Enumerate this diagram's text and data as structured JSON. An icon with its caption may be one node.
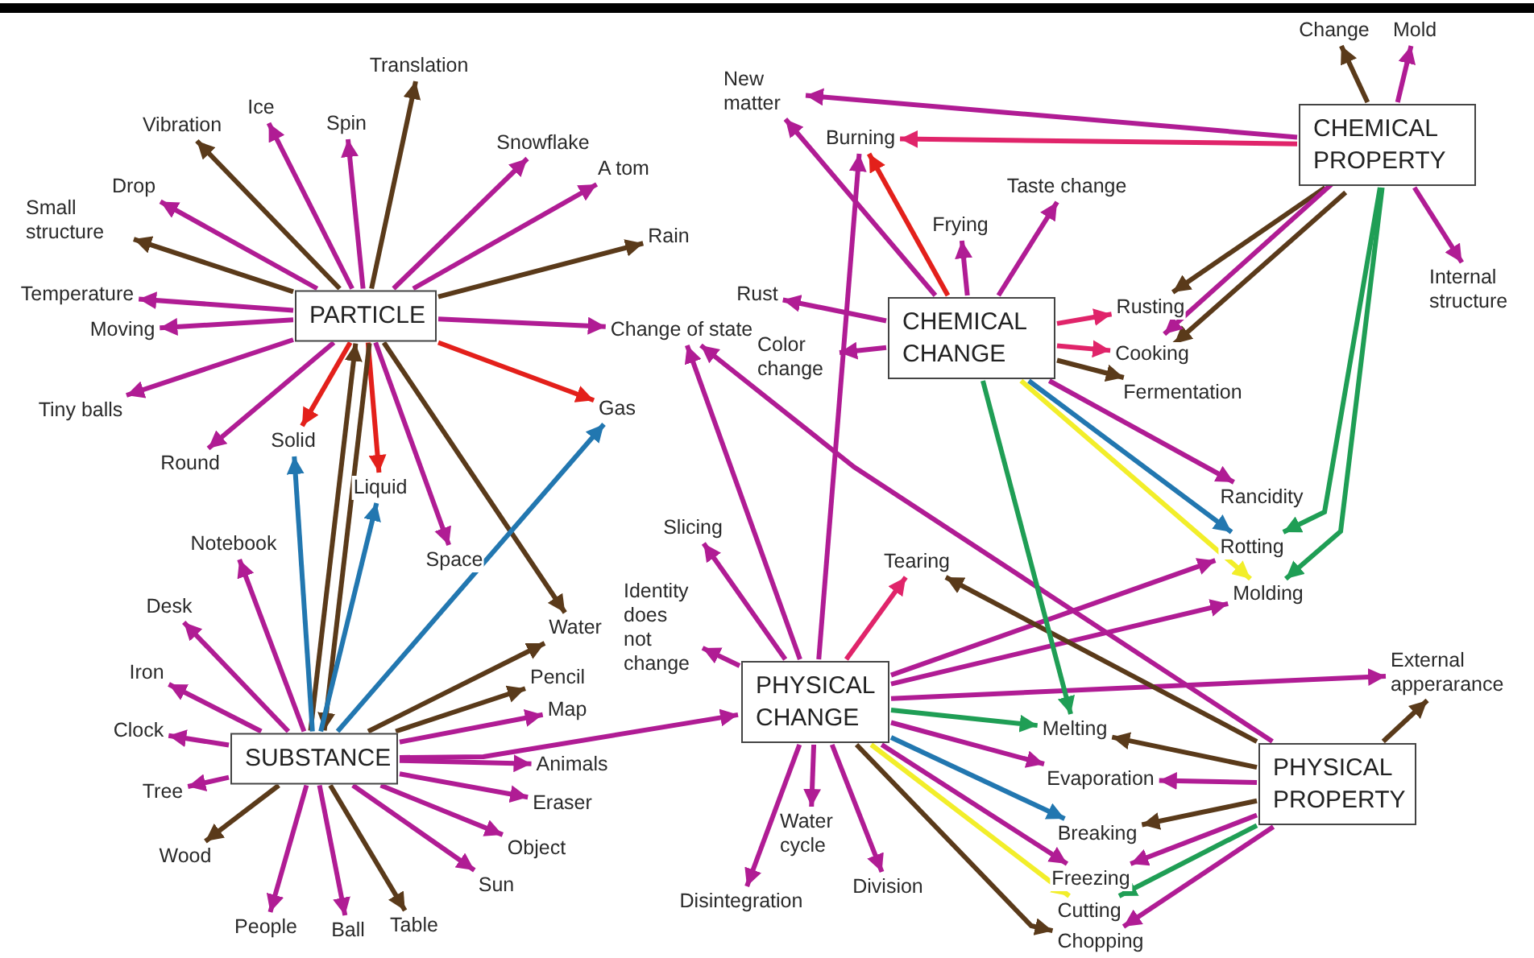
{
  "diagram": {
    "nodes": [
      {
        "text": [
          "PARTICLE"
        ]
      },
      {
        "text": [
          "SUBSTANCE"
        ]
      },
      {
        "text": [
          "CHEMICAL CHANGE"
        ]
      },
      {
        "text": [
          "CHEMICAL PROPERTY"
        ]
      },
      {
        "text": [
          "PHYSICAL CHANGE"
        ]
      },
      {
        "text": [
          "PHYSICAL PROPERTY"
        ]
      },
      {
        "text": [
          "Translation"
        ]
      },
      {
        "text": [
          "Vibration"
        ]
      },
      {
        "text": [
          "Ice"
        ]
      },
      {
        "text": [
          "Spin"
        ]
      },
      {
        "text": [
          "Snowflake"
        ]
      },
      {
        "text": [
          "A tom"
        ]
      },
      {
        "text": [
          "Drop"
        ]
      },
      {
        "text": [
          "Small structure"
        ]
      },
      {
        "text": [
          "Rain"
        ]
      },
      {
        "text": [
          "Temperature"
        ]
      },
      {
        "text": [
          "Moving"
        ]
      },
      {
        "text": [
          "Change of state"
        ]
      },
      {
        "text": [
          "Tiny balls"
        ]
      },
      {
        "text": [
          "Gas"
        ]
      },
      {
        "text": [
          "Round"
        ]
      },
      {
        "text": [
          "Solid"
        ]
      },
      {
        "text": [
          "Liquid"
        ]
      },
      {
        "text": [
          "Space"
        ]
      },
      {
        "text": [
          "Notebook"
        ]
      },
      {
        "text": [
          "Desk"
        ]
      },
      {
        "text": [
          "Iron"
        ]
      },
      {
        "text": [
          "Clock"
        ]
      },
      {
        "text": [
          "Tree"
        ]
      },
      {
        "text": [
          "Wood"
        ]
      },
      {
        "text": [
          "People"
        ]
      },
      {
        "text": [
          "Ball"
        ]
      },
      {
        "text": [
          "Table"
        ]
      },
      {
        "text": [
          "Sun"
        ]
      },
      {
        "text": [
          "Object"
        ]
      },
      {
        "text": [
          "Eraser"
        ]
      },
      {
        "text": [
          "Animals"
        ]
      },
      {
        "text": [
          "Map"
        ]
      },
      {
        "text": [
          "Pencil"
        ]
      },
      {
        "text": [
          "Water"
        ]
      },
      {
        "text": [
          "Slicing"
        ]
      },
      {
        "text": [
          "Identity does not change"
        ]
      },
      {
        "text": [
          "Disintegration"
        ]
      },
      {
        "text": [
          "Water cycle"
        ]
      },
      {
        "text": [
          "Division"
        ]
      },
      {
        "text": [
          "Tearing"
        ]
      },
      {
        "text": [
          "New matter"
        ]
      },
      {
        "text": [
          "Burning"
        ]
      },
      {
        "text": [
          "Frying"
        ]
      },
      {
        "text": [
          "Taste change"
        ]
      },
      {
        "text": [
          "Rust"
        ]
      },
      {
        "text": [
          "Color change"
        ]
      },
      {
        "text": [
          "Rusting"
        ]
      },
      {
        "text": [
          "Cooking"
        ]
      },
      {
        "text": [
          "Fermentation"
        ]
      },
      {
        "text": [
          "Change"
        ]
      },
      {
        "text": [
          "Mold"
        ]
      },
      {
        "text": [
          "Internal structure"
        ]
      },
      {
        "text": [
          "Rancidity"
        ]
      },
      {
        "text": [
          "Rotting"
        ]
      },
      {
        "text": [
          "Molding"
        ]
      },
      {
        "text": [
          "External apperarance"
        ]
      },
      {
        "text": [
          "Melting"
        ]
      },
      {
        "text": [
          "Evaporation"
        ]
      },
      {
        "text": [
          "Breaking"
        ]
      },
      {
        "text": [
          "Freezing"
        ]
      },
      {
        "text": [
          "Cutting"
        ]
      },
      {
        "text": [
          "Chopping"
        ]
      }
    ],
    "edges": [
      {
        "from": 0,
        "to": 6,
        "arrow": "to",
        "color": "#5a3a1a"
      },
      {
        "from": 0,
        "to": 7,
        "arrow": "to",
        "color": "#5a3a1a"
      },
      {
        "from": 0,
        "to": 8,
        "arrow": "to"
      },
      {
        "from": 0,
        "to": 9,
        "arrow": "to"
      },
      {
        "from": 0,
        "to": 10,
        "arrow": "to"
      },
      {
        "from": 0,
        "to": 11,
        "arrow": "to"
      },
      {
        "from": 0,
        "to": 12,
        "arrow": "to"
      },
      {
        "from": 0,
        "to": 13,
        "arrow": "to",
        "color": "#5a3a1a"
      },
      {
        "from": 0,
        "to": 14,
        "arrow": "to",
        "color": "#5a3a1a"
      },
      {
        "from": 0,
        "to": 15,
        "arrow": "to"
      },
      {
        "from": 0,
        "to": 16,
        "arrow": "to"
      },
      {
        "from": 0,
        "to": 17,
        "arrow": "to"
      },
      {
        "from": 0,
        "to": 18,
        "arrow": "to"
      },
      {
        "from": 0,
        "to": 20,
        "arrow": "to"
      },
      {
        "from": 0,
        "to": 21,
        "arrow": "to",
        "color": "#e3201b"
      },
      {
        "from": 0,
        "to": 22,
        "arrow": "to",
        "color": "#e3201b"
      },
      {
        "from": 0,
        "to": 19,
        "arrow": "to",
        "color": "#e3201b"
      },
      {
        "from": 0,
        "to": 23,
        "arrow": "to"
      },
      {
        "from": 0,
        "to": 39,
        "arrow": "to",
        "color": "#5a3a1a"
      },
      {
        "from": 0,
        "to": 1,
        "arrow": "to",
        "color": "#5a3a1a"
      },
      {
        "from": 1,
        "to": 0,
        "arrow": "to",
        "color": "#5a3a1a"
      },
      {
        "from": 1,
        "to": 21,
        "arrow": "to",
        "color": "#2277b0"
      },
      {
        "from": 1,
        "to": 22,
        "arrow": "to",
        "color": "#2277b0"
      },
      {
        "from": 1,
        "to": 19,
        "arrow": "to",
        "color": "#2277b0"
      },
      {
        "from": 1,
        "to": 24,
        "arrow": "to"
      },
      {
        "from": 1,
        "to": 25,
        "arrow": "to"
      },
      {
        "from": 1,
        "to": 26,
        "arrow": "to"
      },
      {
        "from": 1,
        "to": 27,
        "arrow": "to"
      },
      {
        "from": 1,
        "to": 28,
        "arrow": "to"
      },
      {
        "from": 1,
        "to": 29,
        "arrow": "to",
        "color": "#5a3a1a"
      },
      {
        "from": 1,
        "to": 30,
        "arrow": "to"
      },
      {
        "from": 1,
        "to": 31,
        "arrow": "to"
      },
      {
        "from": 1,
        "to": 32,
        "arrow": "to",
        "color": "#5a3a1a"
      },
      {
        "from": 1,
        "to": 33,
        "arrow": "to"
      },
      {
        "from": 1,
        "to": 34,
        "arrow": "to"
      },
      {
        "from": 1,
        "to": 35,
        "arrow": "to"
      },
      {
        "from": 1,
        "to": 36,
        "arrow": "to"
      },
      {
        "from": 1,
        "to": 37,
        "arrow": "to"
      },
      {
        "from": 1,
        "to": 38,
        "arrow": "to",
        "color": "#5a3a1a"
      },
      {
        "from": 1,
        "to": 39,
        "arrow": "to",
        "color": "#5a3a1a"
      },
      {
        "from": 1,
        "to": 4,
        "arrow": "to"
      },
      {
        "from": 4,
        "to": 40,
        "arrow": "to"
      },
      {
        "from": 4,
        "to": 41,
        "arrow": "to"
      },
      {
        "from": 4,
        "to": 17,
        "arrow": "to"
      },
      {
        "from": 4,
        "to": 42,
        "arrow": "to"
      },
      {
        "from": 4,
        "to": 43,
        "arrow": "to"
      },
      {
        "from": 4,
        "to": 44,
        "arrow": "to"
      },
      {
        "from": 4,
        "to": 45,
        "arrow": "to",
        "color": "#e0246a"
      },
      {
        "from": 4,
        "to": 47,
        "arrow": "to"
      },
      {
        "from": 4,
        "to": 59,
        "arrow": "to"
      },
      {
        "from": 4,
        "to": 60,
        "arrow": "to"
      },
      {
        "from": 4,
        "to": 61,
        "arrow": "to"
      },
      {
        "from": 4,
        "to": 62,
        "arrow": "to",
        "color": "#1f9e55"
      },
      {
        "from": 4,
        "to": 63,
        "arrow": "to"
      },
      {
        "from": 4,
        "to": 64,
        "arrow": "to",
        "color": "#2277b0"
      },
      {
        "from": 4,
        "to": 65,
        "arrow": "to"
      },
      {
        "from": 4,
        "to": 66,
        "arrow": "to",
        "color": "#f2ee2a"
      },
      {
        "from": 4,
        "to": 67,
        "arrow": "to",
        "color": "#5a3a1a"
      },
      {
        "from": 5,
        "to": 45,
        "arrow": "to",
        "color": "#5a3a1a"
      },
      {
        "from": 5,
        "to": 62,
        "arrow": "to",
        "color": "#5a3a1a"
      },
      {
        "from": 5,
        "to": 63,
        "arrow": "to"
      },
      {
        "from": 5,
        "to": 64,
        "arrow": "to",
        "color": "#5a3a1a"
      },
      {
        "from": 5,
        "to": 65,
        "arrow": "to"
      },
      {
        "from": 5,
        "to": 66,
        "arrow": "to",
        "color": "#1f9e55"
      },
      {
        "from": 5,
        "to": 67,
        "arrow": "to"
      },
      {
        "from": 5,
        "to": 61,
        "arrow": "to",
        "color": "#5a3a1a"
      },
      {
        "from": 5,
        "to": 17,
        "arrow": "to"
      },
      {
        "from": 2,
        "to": 46,
        "arrow": "to"
      },
      {
        "from": 2,
        "to": 47,
        "arrow": "to",
        "color": "#e3201b"
      },
      {
        "from": 2,
        "to": 48,
        "arrow": "to"
      },
      {
        "from": 2,
        "to": 49,
        "arrow": "to"
      },
      {
        "from": 2,
        "to": 50,
        "arrow": "to"
      },
      {
        "from": 2,
        "to": 51,
        "arrow": "to"
      },
      {
        "from": 2,
        "to": 52,
        "arrow": "to",
        "color": "#e0246a"
      },
      {
        "from": 2,
        "to": 53,
        "arrow": "to",
        "color": "#e0246a"
      },
      {
        "from": 2,
        "to": 54,
        "arrow": "to",
        "color": "#5a3a1a"
      },
      {
        "from": 2,
        "to": 58,
        "arrow": "to"
      },
      {
        "from": 2,
        "to": 59,
        "arrow": "to",
        "color": "#2277b0"
      },
      {
        "from": 2,
        "to": 60,
        "arrow": "to",
        "color": "#f2ee2a"
      },
      {
        "from": 2,
        "to": 62,
        "arrow": "to",
        "color": "#1f9e55"
      },
      {
        "from": 3,
        "to": 46,
        "arrow": "to"
      },
      {
        "from": 3,
        "to": 47,
        "arrow": "to",
        "color": "#e0246a"
      },
      {
        "from": 3,
        "to": 55,
        "arrow": "to",
        "color": "#5a3a1a"
      },
      {
        "from": 3,
        "to": 56,
        "arrow": "to"
      },
      {
        "from": 3,
        "to": 57,
        "arrow": "to"
      },
      {
        "from": 3,
        "to": 52,
        "arrow": "to",
        "color": "#5a3a1a"
      },
      {
        "from": 3,
        "to": 53,
        "arrow": "to",
        "color": "#5a3a1a"
      },
      {
        "from": 3,
        "to": 53,
        "arrow": "to"
      },
      {
        "from": 3,
        "to": 59,
        "arrow": "to",
        "color": "#1f9e55"
      },
      {
        "from": 3,
        "to": 60,
        "arrow": "to",
        "color": "#1f9e55"
      }
    ]
  }
}
